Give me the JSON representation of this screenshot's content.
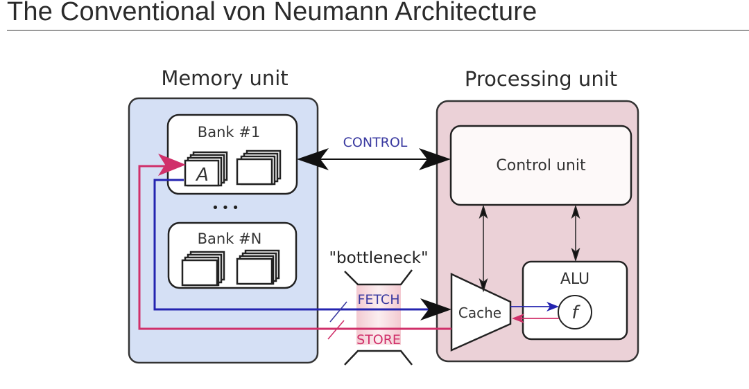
{
  "slide": {
    "title": "The Conventional von Neumann Architecture"
  },
  "diagram": {
    "memory_unit": {
      "label": "Memory unit",
      "fill": "#d5e0f5",
      "banks": [
        {
          "label": "Bank #1",
          "first_cell_symbol": "A"
        },
        {
          "label": "Bank #N"
        }
      ],
      "ellipsis": "•••"
    },
    "processing_unit": {
      "label": "Processing unit",
      "fill": "#ebd1d7",
      "control_unit": {
        "label": "Control unit"
      },
      "alu": {
        "label": "ALU",
        "function_symbol": "f"
      },
      "cache": {
        "label": "Cache"
      }
    },
    "buses": {
      "control": {
        "label": "CONTROL",
        "color": "#3a3aa0"
      },
      "fetch": {
        "label": "FETCH",
        "color": "#2424b0"
      },
      "store": {
        "label": "STORE",
        "color": "#d0306a"
      }
    },
    "bottleneck": {
      "label": "\"bottleneck\""
    }
  }
}
